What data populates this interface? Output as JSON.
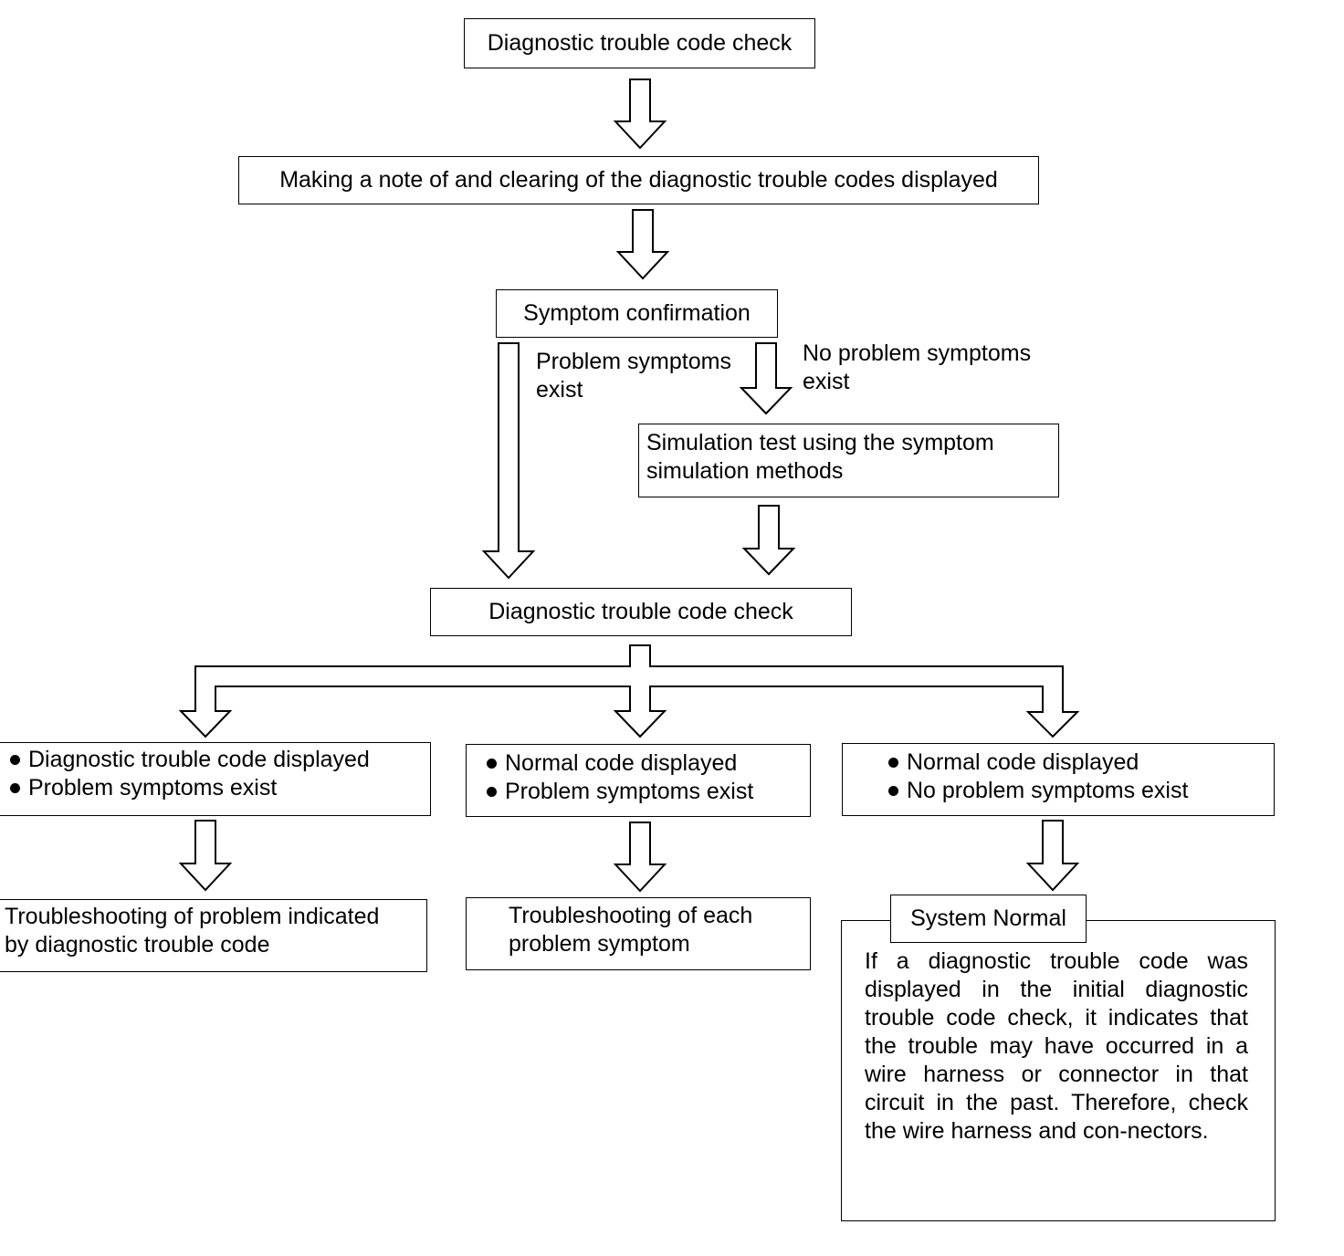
{
  "nodes": {
    "dtc_check_1": "Diagnostic trouble code check",
    "note_clear": "Making a note of and clearing of the diagnostic trouble codes displayed",
    "symptom_confirmation": "Symptom confirmation",
    "simulation_test": "Simulation test using the symptom\nsimulation methods",
    "dtc_check_2": "Diagnostic trouble code check",
    "branch_left": [
      "Diagnostic trouble code displayed",
      "Problem symptoms exist"
    ],
    "branch_middle": [
      "Normal code displayed",
      "Problem symptoms exist"
    ],
    "branch_right": [
      "Normal code displayed",
      "No problem symptoms exist"
    ],
    "result_left": "Troubleshooting of problem indicated\nby diagnostic trouble code",
    "result_middle": "Troubleshooting of each\nproblem symptom",
    "system_normal": "System Normal",
    "system_normal_note": "If a diagnostic trouble code was displayed in the initial diagnostic trouble code check, it indicates that the trouble may have occurred in a wire harness or connector in that circuit in the past. Therefore, check the wire harness and con-nectors."
  },
  "edge_labels": {
    "problem_symptoms_exist": "Problem symptoms\nexist",
    "no_problem_symptoms_exist": "No problem symptoms\nexist"
  }
}
